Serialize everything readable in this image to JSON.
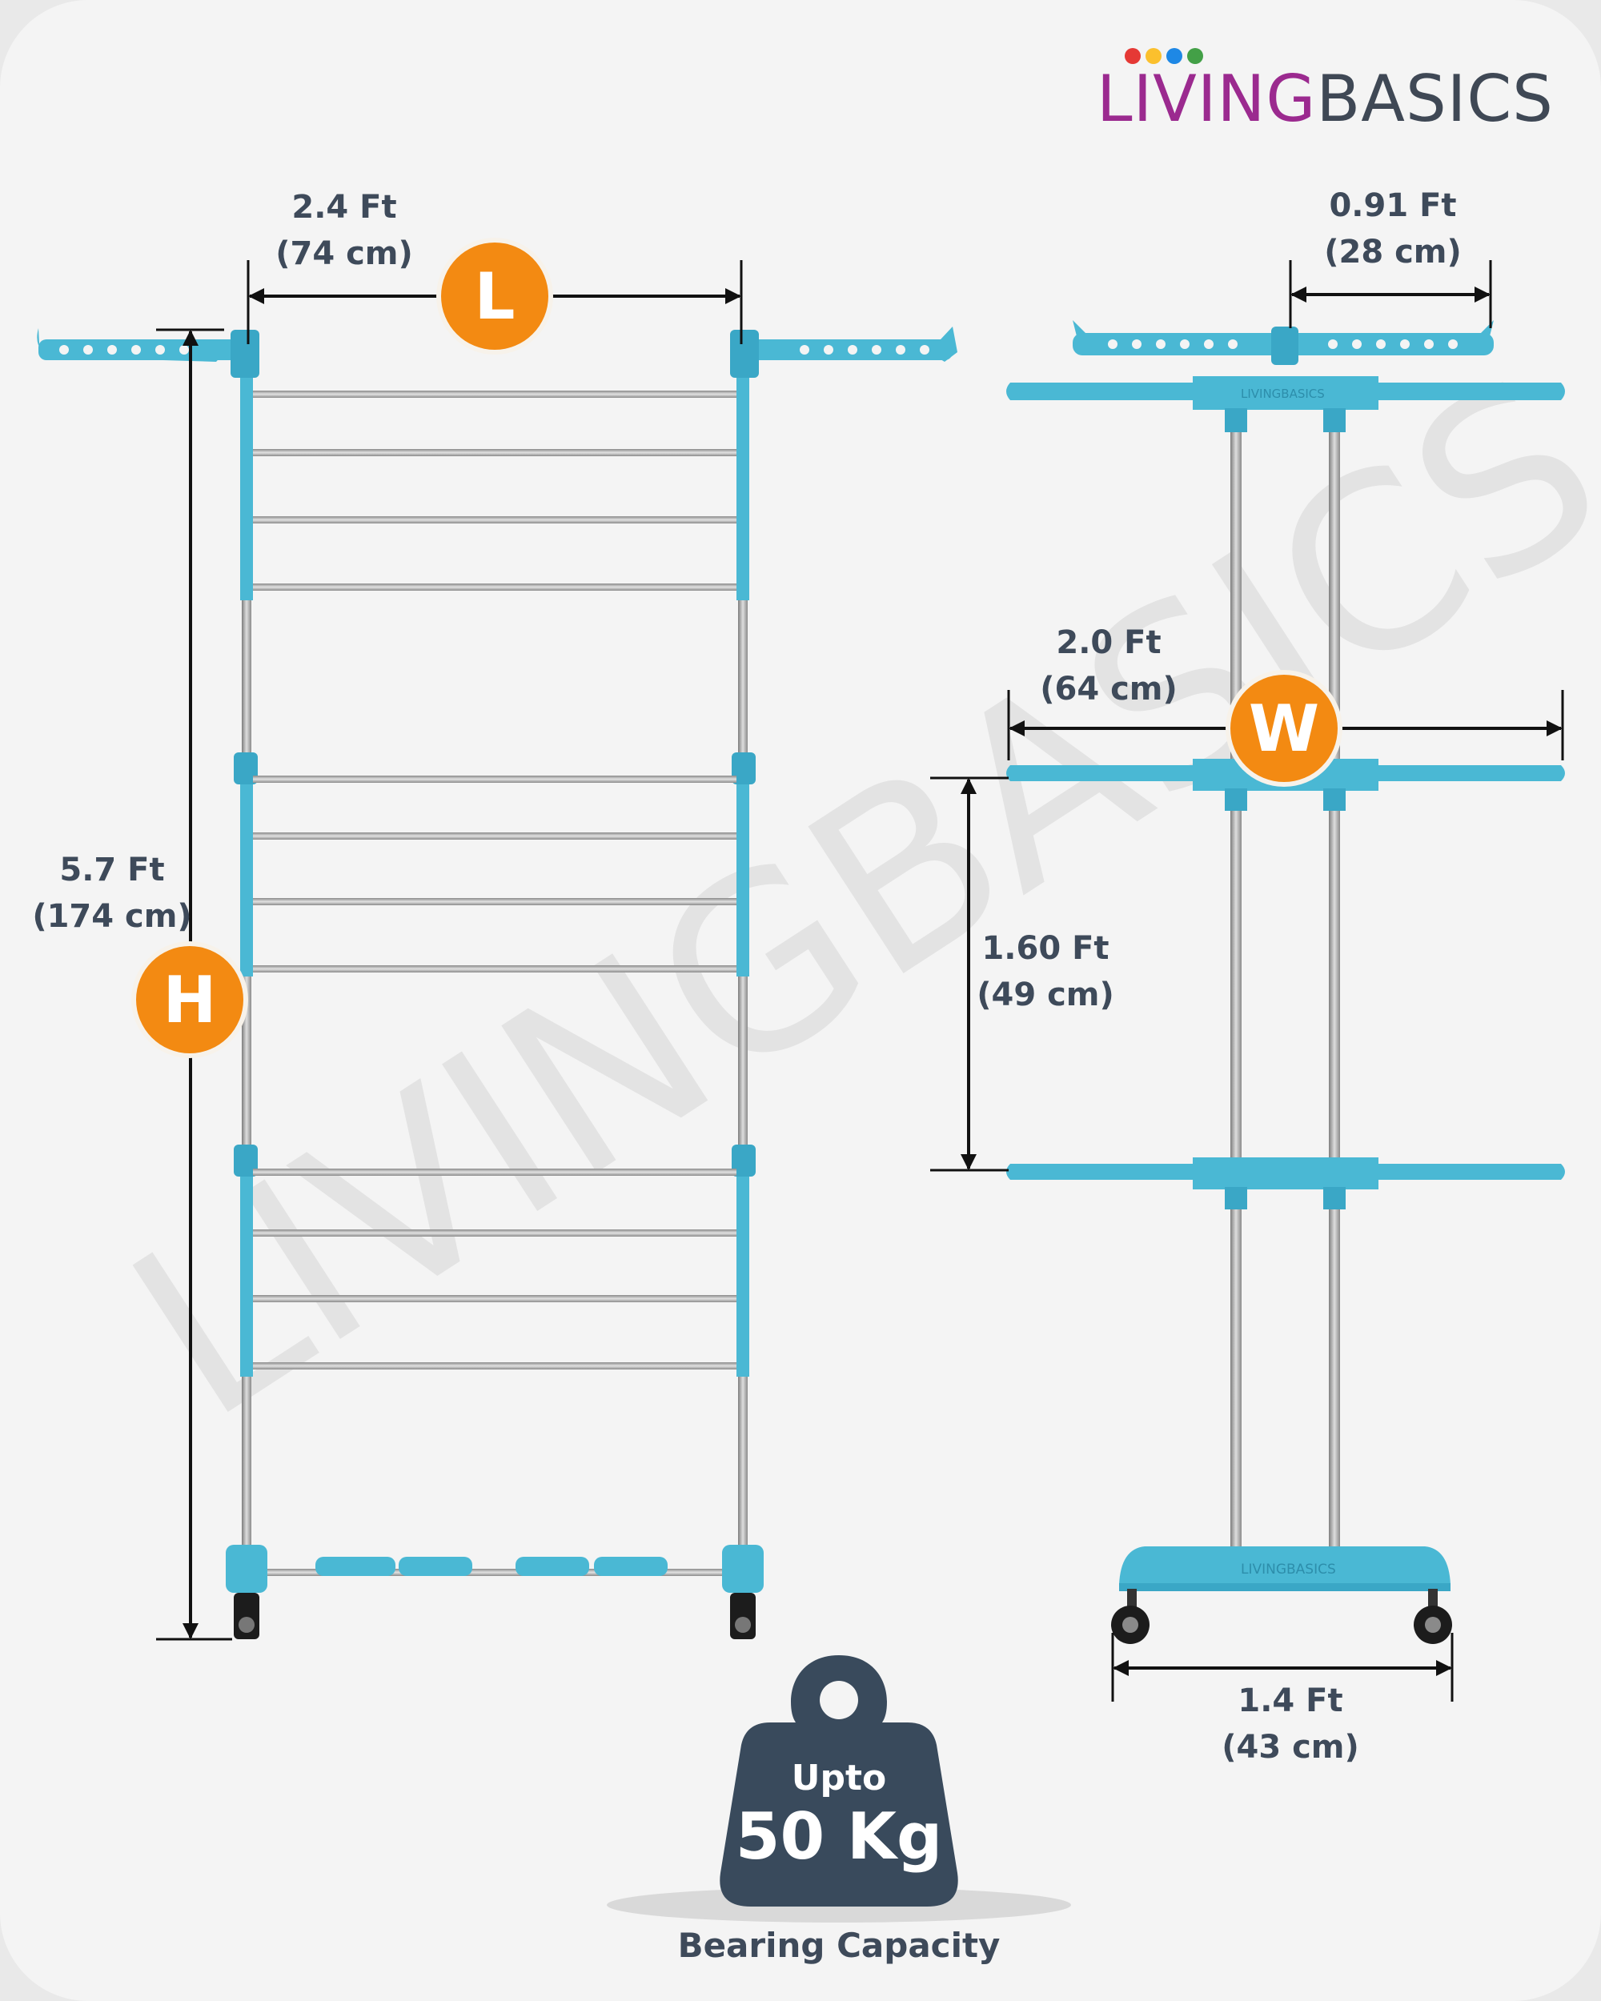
{
  "brand": {
    "name_part1": "LIVING",
    "name_part2": "BASICS",
    "dot_colors": [
      "#e53935",
      "#fbc02d",
      "#1e88e5",
      "#43a047"
    ],
    "watermark": "LIVINGBASICS",
    "stand_label": "LIVINGBASICS"
  },
  "colors": {
    "accent": "#4ab8d4",
    "badge": "#f38a12",
    "text": "#3e4a5a",
    "weight": "#394a5c",
    "rail": "#a9a9a9"
  },
  "dimensions": {
    "length": {
      "badge": "L",
      "ft": "2.4 Ft",
      "cm": "(74 cm)"
    },
    "height": {
      "badge": "H",
      "ft": "5.7 Ft",
      "cm": "(174 cm)"
    },
    "wing": {
      "ft": "0.91 Ft",
      "cm": "(28 cm)"
    },
    "width": {
      "badge": "W",
      "ft": "2.0 Ft",
      "cm": "(64 cm)"
    },
    "tier_gap": {
      "ft": "1.60 Ft",
      "cm": "(49 cm)"
    },
    "base": {
      "ft": "1.4 Ft",
      "cm": "(43 cm)"
    }
  },
  "capacity": {
    "prefix": "Upto",
    "value": "50 Kg",
    "caption": "Bearing Capacity"
  }
}
